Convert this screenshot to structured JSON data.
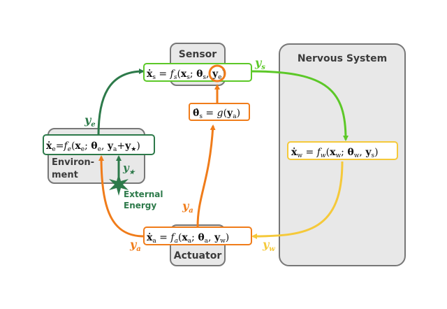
{
  "boxes": {
    "sensor": "Sensor",
    "nervous_system": "Nervous System",
    "environment_line1": "Environ-",
    "environment_line2": "ment",
    "actuator": "Actuator"
  },
  "external_energy": {
    "line1": "External",
    "line2": "Energy"
  },
  "equations": {
    "sensor": {
      "lhs_var": "x",
      "lhs_sub": "s",
      "eq": " = ",
      "fn": "f",
      "fn_sub": "s",
      "arg1": "x",
      "arg1_sub": "s",
      "theta": "θ",
      "theta_sub": "s",
      "arg3": "y",
      "arg3_sub": "e"
    },
    "theta_update": {
      "lhs_var": "θ",
      "lhs_sub": "s",
      "eq": " = ",
      "fn": "g",
      "arg": "y",
      "arg_sub": "a"
    },
    "nervous": {
      "lhs_var": "x",
      "lhs_sub": "w",
      "eq": " = ",
      "fn": "f",
      "fn_sub": "w",
      "arg1": "x",
      "arg1_sub": "w",
      "theta": "θ",
      "theta_sub": "w",
      "arg3": "y",
      "arg3_sub": "s"
    },
    "environment": {
      "lhs_var": "x",
      "lhs_sub": "e",
      "eq": "=",
      "fn": "f",
      "fn_sub": "e",
      "arg1": "x",
      "arg1_sub": "e",
      "theta": "θ",
      "theta_sub": "e",
      "arg3": "y",
      "arg3_sub": "a",
      "plus": "+",
      "arg4": "y",
      "arg4_sub": "★"
    },
    "actuator": {
      "lhs_var": "x",
      "lhs_sub": "a",
      "eq": " = ",
      "fn": "f",
      "fn_sub": "a",
      "arg1": "x",
      "arg1_sub": "a",
      "theta": "θ",
      "theta_sub": "a",
      "arg3": "y",
      "arg3_sub": "w"
    }
  },
  "signal_labels": {
    "ys": {
      "var": "y",
      "sub": "s"
    },
    "ye": {
      "var": "y",
      "sub": "e"
    },
    "ystar": {
      "var": "y",
      "sub": "★"
    },
    "ya_upper": {
      "var": "y",
      "sub": "a"
    },
    "ya_lower": {
      "var": "y",
      "sub": "a"
    },
    "yw": {
      "var": "y",
      "sub": "w"
    }
  },
  "colors": {
    "box_fill": "#e8e8e8",
    "box_stroke": "#777777",
    "dark_green": "#2d7a4a",
    "light_green": "#5cc828",
    "orange": "#f07c1a",
    "yellow": "#f5c93a",
    "text": "#3b3b3b"
  }
}
